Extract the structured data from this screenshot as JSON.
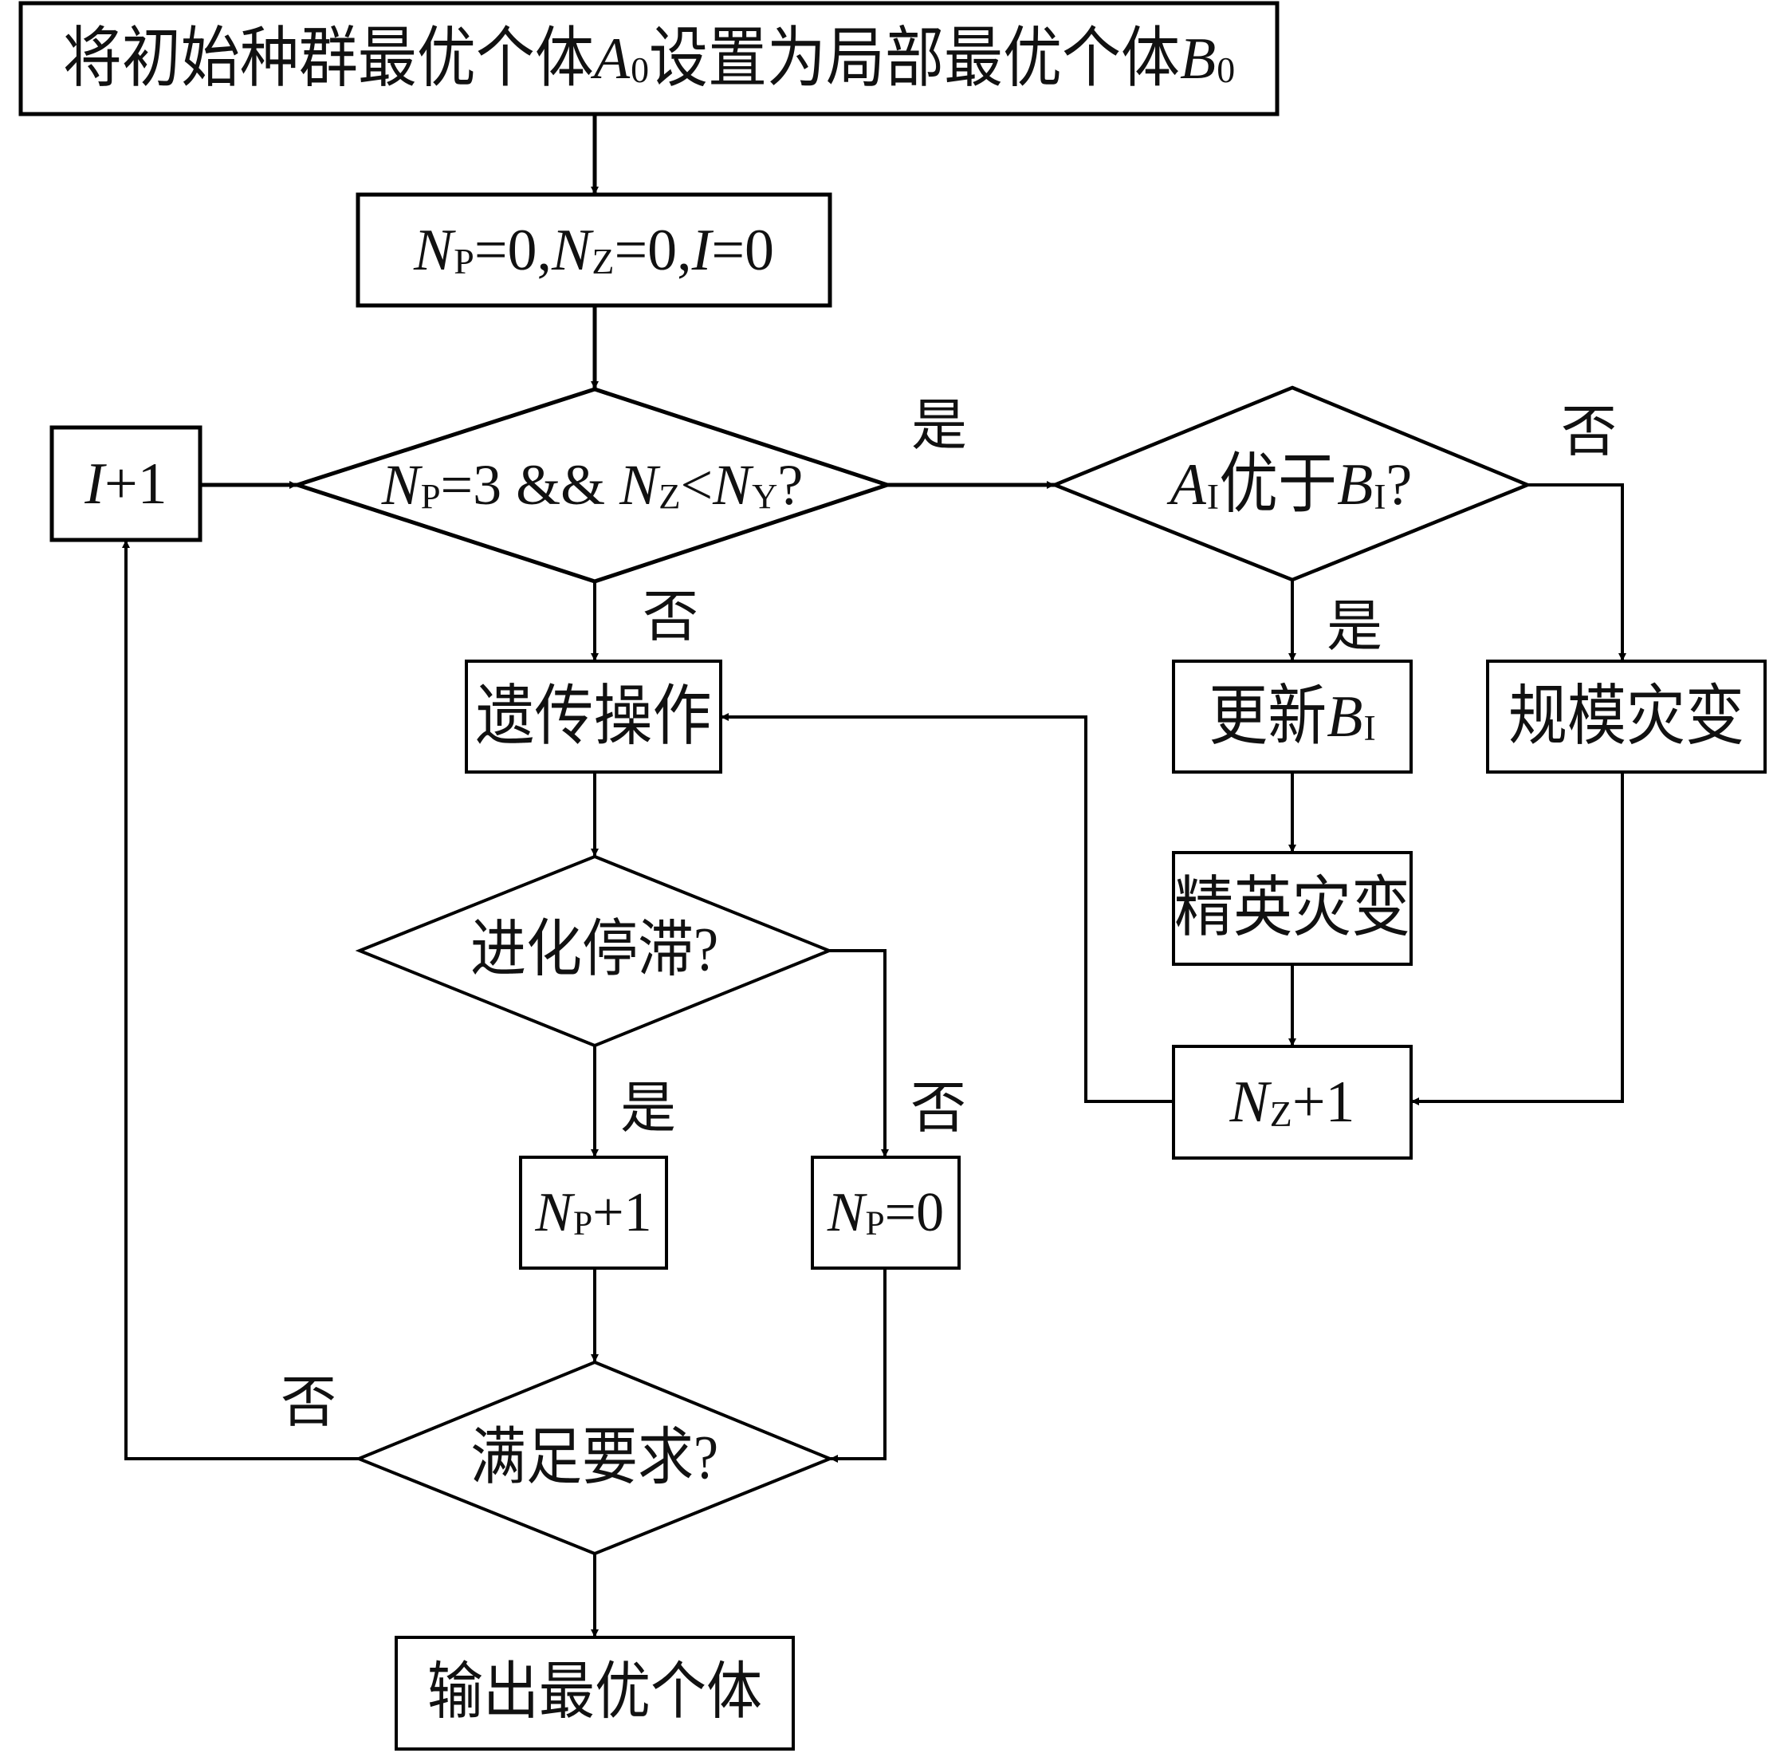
{
  "diagram": {
    "type": "flowchart",
    "colors": {
      "stroke": "#000000",
      "text": "#111111",
      "background": "#ffffff"
    },
    "nodes": {
      "start": {
        "shape": "process",
        "parts": [
          "将初始种群最优个体",
          "A",
          "0",
          "设置为局部最优个体",
          "B",
          "0"
        ]
      },
      "init": {
        "shape": "process",
        "parts": [
          "N",
          "P",
          "=0,",
          "N",
          "Z",
          "=0,",
          "I",
          "=0"
        ]
      },
      "cond_restart": {
        "shape": "decision",
        "parts": [
          "N",
          "P",
          "=3 && ",
          "N",
          "Z",
          "<",
          "N",
          "Y",
          "?"
        ]
      },
      "inc_i": {
        "shape": "process",
        "parts": [
          "I",
          "+1"
        ]
      },
      "cond_better": {
        "shape": "decision",
        "parts": [
          "A",
          "I",
          "优于",
          "B",
          "I",
          "?"
        ]
      },
      "genetic_op": {
        "shape": "process",
        "parts": [
          "遗传操作"
        ]
      },
      "update_b": {
        "shape": "process",
        "parts": [
          "更新",
          "B",
          "I"
        ]
      },
      "scale_mutation": {
        "shape": "process",
        "parts": [
          "规模灾变"
        ]
      },
      "elite_mutation": {
        "shape": "process",
        "parts": [
          "精英灾变"
        ]
      },
      "inc_nz": {
        "shape": "process",
        "parts": [
          "N",
          "Z",
          "+1"
        ]
      },
      "cond_stagnation": {
        "shape": "decision",
        "parts": [
          "进化停滞?"
        ]
      },
      "inc_np": {
        "shape": "process",
        "parts": [
          "N",
          "P",
          "+1"
        ]
      },
      "reset_np": {
        "shape": "process",
        "parts": [
          "N",
          "P",
          "=0"
        ]
      },
      "cond_satisfied": {
        "shape": "decision",
        "parts": [
          "满足要求?"
        ]
      },
      "output": {
        "shape": "terminal-process",
        "parts": [
          "输出最优个体"
        ]
      }
    },
    "edge_labels": {
      "restart_yes": "是",
      "restart_no": "否",
      "better_yes": "是",
      "better_no": "否",
      "stagnation_yes": "是",
      "stagnation_no": "否",
      "satisfied_no": "否"
    },
    "edges": [
      {
        "from": "start",
        "to": "init"
      },
      {
        "from": "init",
        "to": "cond_restart"
      },
      {
        "from": "inc_i",
        "to": "cond_restart"
      },
      {
        "from": "cond_restart",
        "to": "cond_better",
        "label": "是"
      },
      {
        "from": "cond_restart",
        "to": "genetic_op",
        "label": "否"
      },
      {
        "from": "cond_better",
        "to": "update_b",
        "label": "是"
      },
      {
        "from": "cond_better",
        "to": "scale_mutation",
        "label": "否"
      },
      {
        "from": "update_b",
        "to": "elite_mutation"
      },
      {
        "from": "elite_mutation",
        "to": "inc_nz"
      },
      {
        "from": "scale_mutation",
        "to": "inc_nz"
      },
      {
        "from": "inc_nz",
        "to": "genetic_op"
      },
      {
        "from": "genetic_op",
        "to": "cond_stagnation"
      },
      {
        "from": "cond_stagnation",
        "to": "inc_np",
        "label": "是"
      },
      {
        "from": "cond_stagnation",
        "to": "reset_np",
        "label": "否"
      },
      {
        "from": "inc_np",
        "to": "cond_satisfied"
      },
      {
        "from": "reset_np",
        "to": "cond_satisfied"
      },
      {
        "from": "cond_satisfied",
        "to": "inc_i",
        "label": "否"
      },
      {
        "from": "cond_satisfied",
        "to": "output"
      }
    ]
  }
}
